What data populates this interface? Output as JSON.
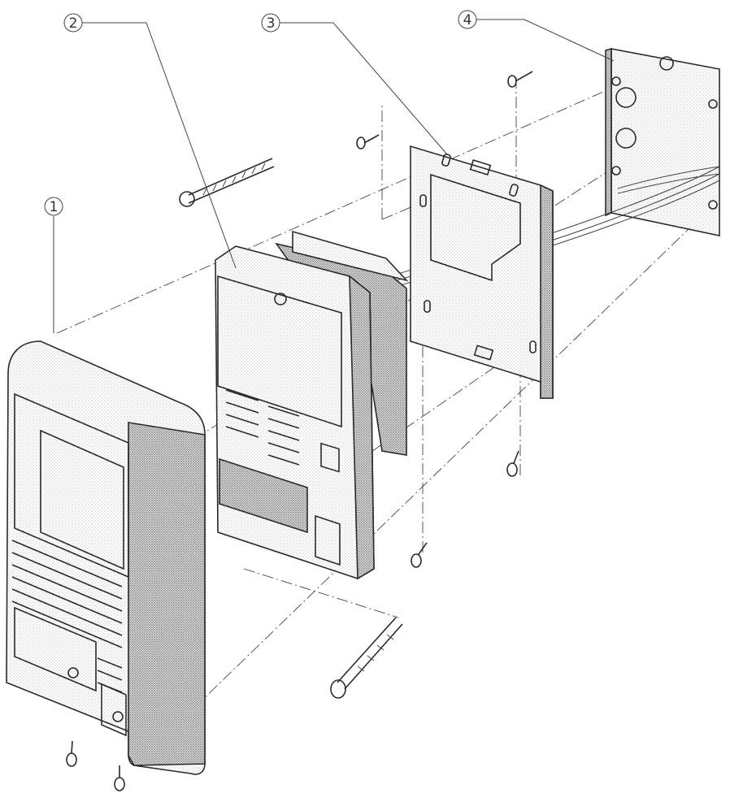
{
  "callouts": [
    {
      "id": "1",
      "label": "1"
    },
    {
      "id": "2",
      "label": "2"
    },
    {
      "id": "3",
      "label": "3"
    },
    {
      "id": "4",
      "label": "4"
    }
  ],
  "parts": {
    "front_cover": "1",
    "module": "2",
    "mounting_plate": "3",
    "junction_box": "4"
  },
  "colors": {
    "ink": "#2a2a2a",
    "paper": "#ffffff",
    "stipple": "#9a9a9a"
  }
}
